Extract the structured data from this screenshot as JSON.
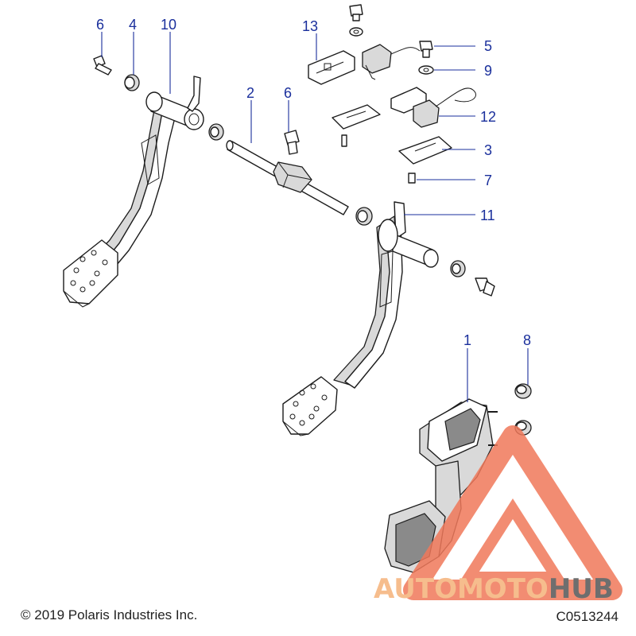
{
  "callouts": [
    {
      "id": "c6a",
      "label": "6"
    },
    {
      "id": "c4",
      "label": "4"
    },
    {
      "id": "c10",
      "label": "10"
    },
    {
      "id": "c13",
      "label": "13"
    },
    {
      "id": "c5",
      "label": "5"
    },
    {
      "id": "c9",
      "label": "9"
    },
    {
      "id": "c2",
      "label": "2"
    },
    {
      "id": "c6b",
      "label": "6"
    },
    {
      "id": "c12",
      "label": "12"
    },
    {
      "id": "c3",
      "label": "3"
    },
    {
      "id": "c7",
      "label": "7"
    },
    {
      "id": "c11",
      "label": "11"
    },
    {
      "id": "c1",
      "label": "1"
    },
    {
      "id": "c8",
      "label": "8"
    }
  ],
  "footer": {
    "copyright": "© 2019 Polaris Industries Inc.",
    "code": "C0513244"
  },
  "watermark": {
    "part1": "AUTOMOTO",
    "part2": "HUB",
    "color_main": "#f0785a",
    "color_accent": "#f5b27a",
    "color_dark": "#555555"
  },
  "colors": {
    "callout": "#1a2f9c",
    "line": "#1c1c1c"
  }
}
